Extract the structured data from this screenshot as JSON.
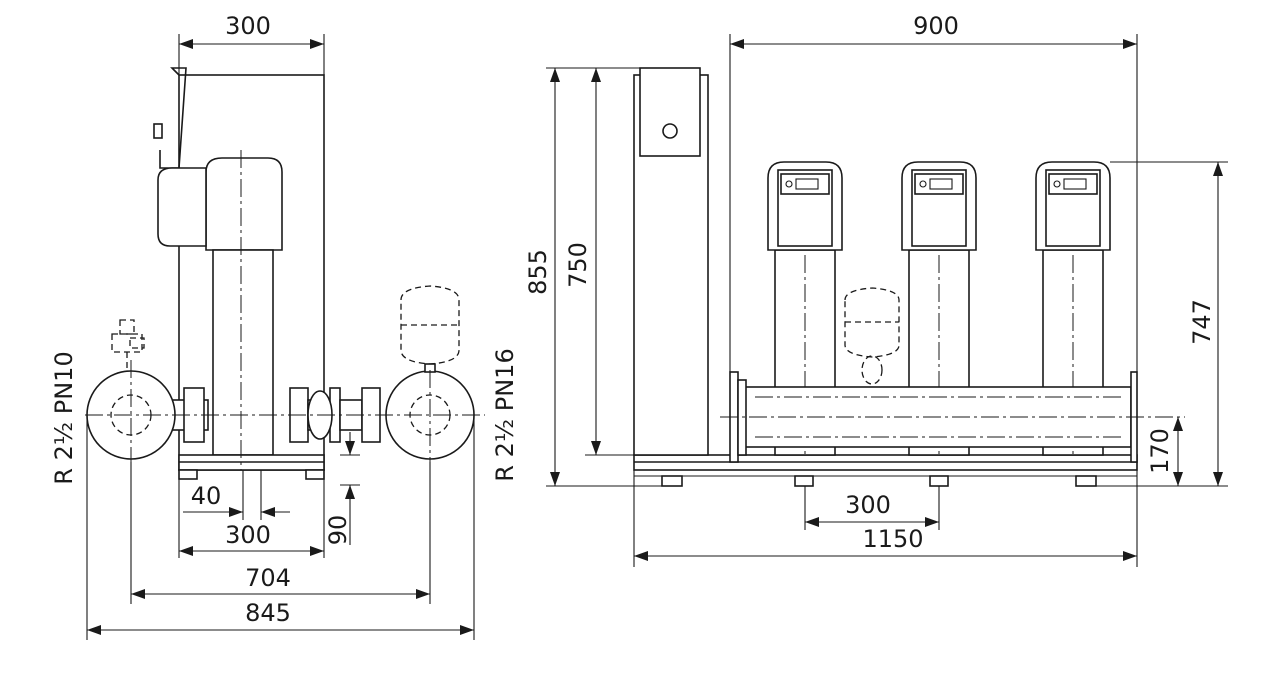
{
  "dimensions": {
    "side_top_width": "300",
    "side_foot_spacing": "40",
    "side_frame_width": "300",
    "side_height_offset": "90",
    "side_pipe_centers": "704",
    "side_overall_width": "845",
    "front_overall_height": "855",
    "front_cabinet_height": "750",
    "front_pump_height": "747",
    "front_header_height": "170",
    "front_top_width": "900",
    "front_foot_spacing": "300",
    "front_overall_length": "1150"
  },
  "connections": {
    "inlet": "R 2½ PN10",
    "outlet": "R 2½ PN16"
  },
  "front_view": {
    "pump_count": 3
  }
}
